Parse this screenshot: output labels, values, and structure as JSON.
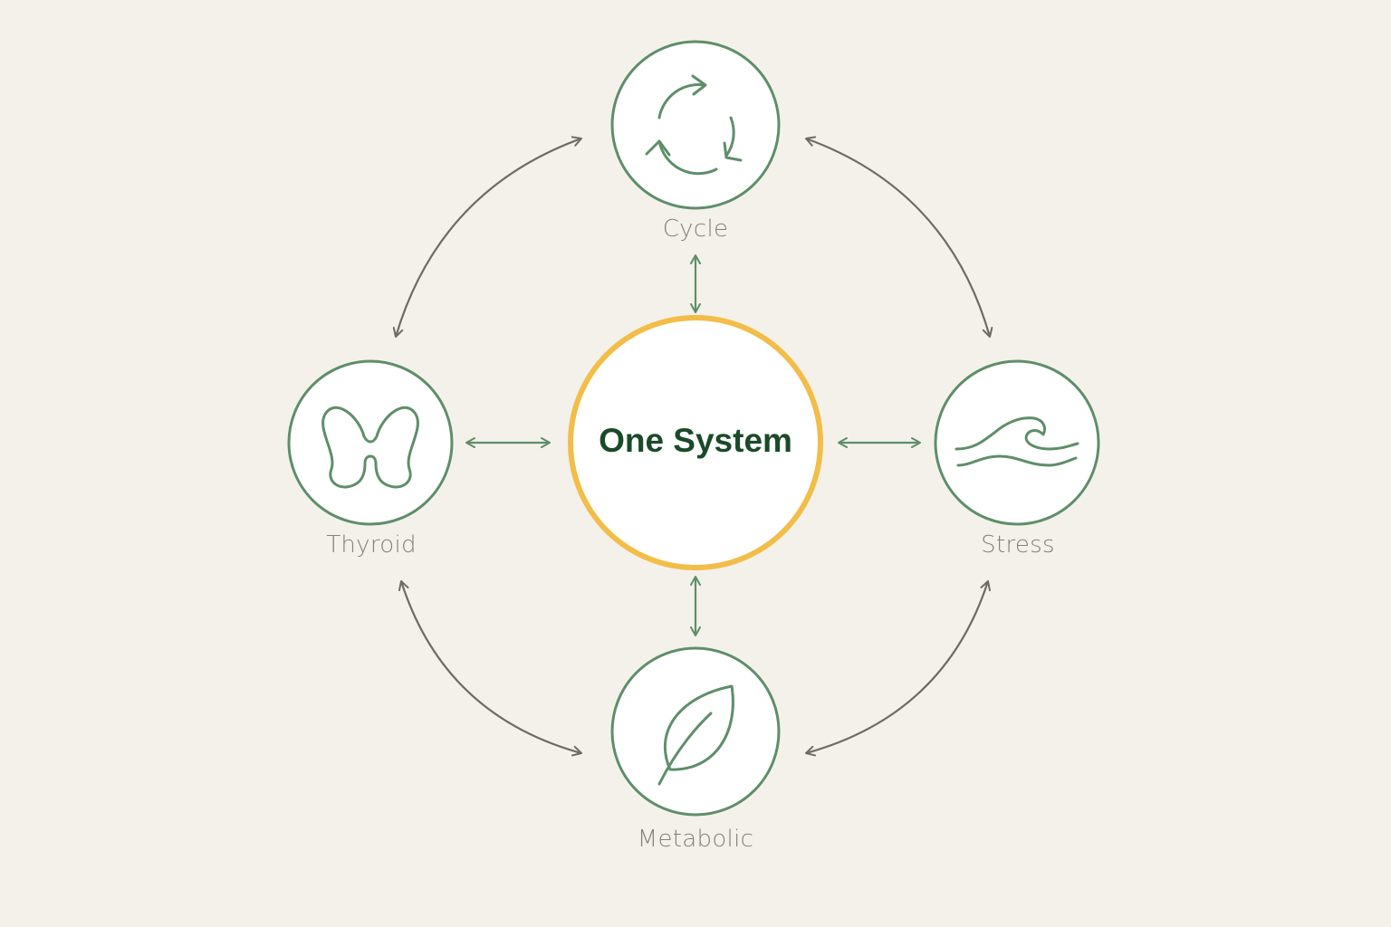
{
  "center": {
    "title": "One System"
  },
  "nodes": {
    "cycle": {
      "label": "Cycle",
      "icon": "cycle-arrows-icon"
    },
    "thyroid": {
      "label": "Thyroid",
      "icon": "thyroid-butterfly-icon"
    },
    "stress": {
      "label": "Stress",
      "icon": "wave-icon"
    },
    "metabolic": {
      "label": "Metabolic",
      "icon": "leaf-icon"
    }
  },
  "colors": {
    "background": "#f4f1eb",
    "node_stroke": "#5e8e69",
    "center_stroke": "#f2bd48",
    "center_text": "#1b4a2a",
    "outer_arrow": "#6f6a65",
    "label_text": "#85807b"
  }
}
